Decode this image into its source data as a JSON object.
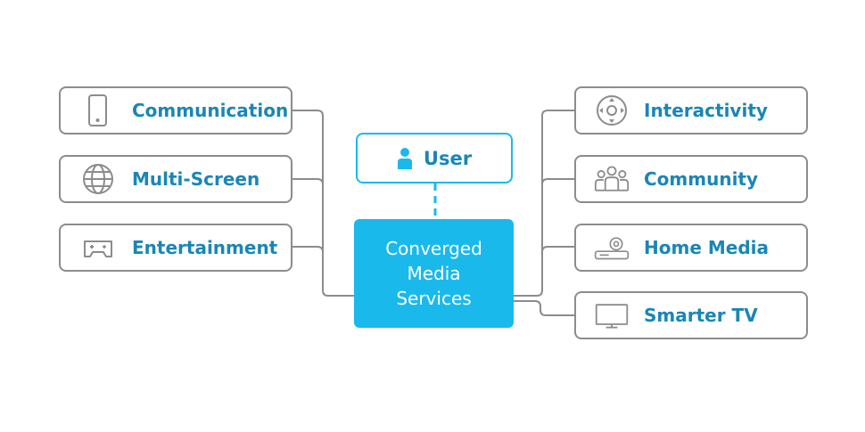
{
  "center": {
    "lines": [
      "Converged",
      "Media",
      "Services"
    ],
    "color": "#19b9ec"
  },
  "user": {
    "label": "User",
    "icon": "person-icon"
  },
  "left_nodes": [
    {
      "label": "Communication",
      "icon": "smartphone-icon"
    },
    {
      "label": "Multi-Screen",
      "icon": "globe-icon"
    },
    {
      "label": "Entertainment",
      "icon": "gamepad-icon"
    }
  ],
  "right_nodes": [
    {
      "label": "Interactivity",
      "icon": "dpad-remote-icon"
    },
    {
      "label": "Community",
      "icon": "people-group-icon"
    },
    {
      "label": "Home Media",
      "icon": "projector-icon"
    },
    {
      "label": "Smarter TV",
      "icon": "tv-icon"
    }
  ],
  "colors": {
    "accent": "#19b9ec",
    "text": "#1a86b6",
    "stroke": "#8c8c8c"
  }
}
